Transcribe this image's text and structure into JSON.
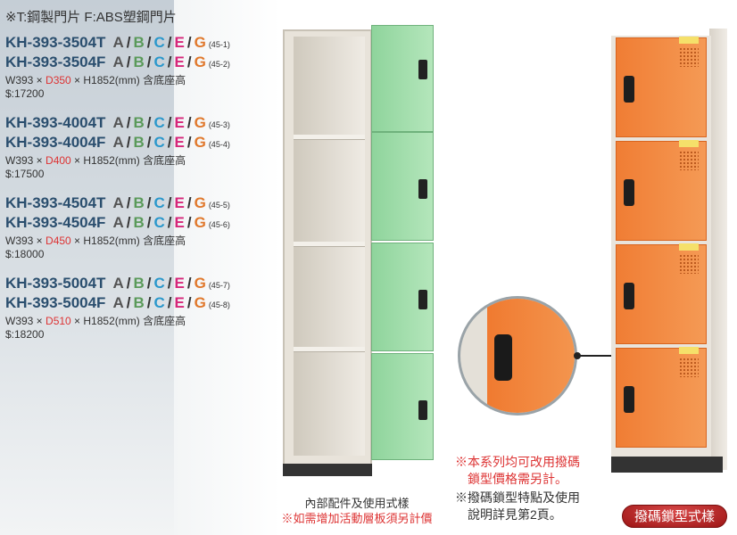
{
  "legend": "※T:鋼製門片  F:ABS塑鋼門片",
  "groups": [
    {
      "t_model": "KH-393-3504T",
      "t_ref": "(45-1)",
      "f_model": "KH-393-3504F",
      "f_ref": "(45-2)",
      "w": "W393 × ",
      "d": "D350",
      "h": " × H1852(mm) 含底座高",
      "price": "$:17200"
    },
    {
      "t_model": "KH-393-4004T",
      "t_ref": "(45-3)",
      "f_model": "KH-393-4004F",
      "f_ref": "(45-4)",
      "w": "W393 × ",
      "d": "D400",
      "h": " × H1852(mm) 含底座高",
      "price": "$:17500"
    },
    {
      "t_model": "KH-393-4504T",
      "t_ref": "(45-5)",
      "f_model": "KH-393-4504F",
      "f_ref": "(45-6)",
      "w": "W393 × ",
      "d": "D450",
      "h": " × H1852(mm) 含底座高",
      "price": "$:18000"
    },
    {
      "t_model": "KH-393-5004T",
      "t_ref": "(45-7)",
      "f_model": "KH-393-5004F",
      "f_ref": "(45-8)",
      "w": "W393 × ",
      "d": "D510",
      "h": " × H1852(mm) 含底座高",
      "price": "$:18200"
    }
  ],
  "colors_label": {
    "A": "A",
    "B": "B",
    "C": "C",
    "E": "E",
    "G": "G",
    "sep": "/"
  },
  "caption": {
    "line1": "內部配件及使用式樣",
    "line2": "※如需增加活動層板須另計價"
  },
  "notes": {
    "n1a": "※本系列均可改用撥碼",
    "n1b": "鎖型價格需另計。",
    "n2a": "※撥碼鎖型特點及使用",
    "n2b": "說明詳見第2頁。"
  },
  "badge": "撥碼鎖型式樣",
  "accent": {
    "red": "#d33",
    "blue": "#2a4e6e"
  }
}
